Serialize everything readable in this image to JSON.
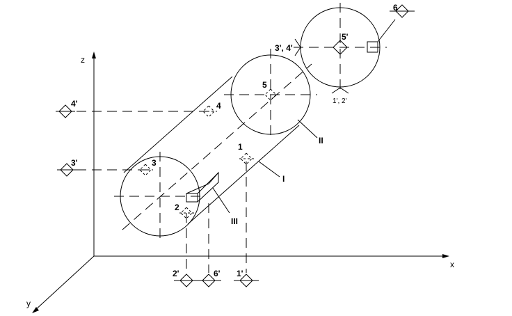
{
  "axes": {
    "x": "x",
    "y": "y",
    "z": "z"
  },
  "labels": {
    "pt1": "1",
    "pt2": "2",
    "pt3": "3",
    "pt4": "4",
    "pt5": "5",
    "pt6": "6",
    "pt1p": "1'",
    "pt2p": "2'",
    "pt3p": "3'",
    "pt4p": "4'",
    "pt5p": "5'",
    "pt6p": "6'",
    "pt34p": "3', 4'",
    "pt12p": "1', 2'",
    "roman1": "I",
    "roman2": "II",
    "roman3": "III"
  }
}
